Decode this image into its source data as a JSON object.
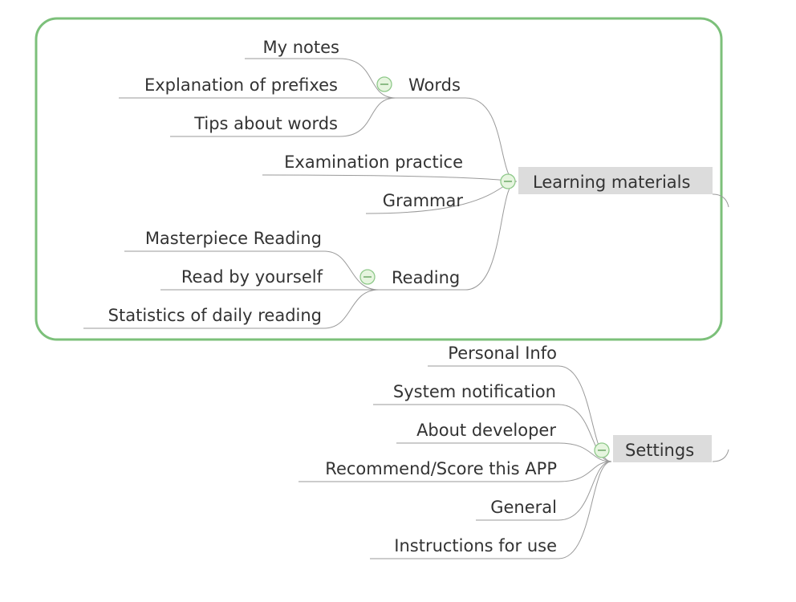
{
  "mindmap": {
    "learning": {
      "label": "Learning materials",
      "words": {
        "label": "Words",
        "items": [
          "My notes",
          "Explanation of prefixes",
          "Tips about words"
        ]
      },
      "examination": "Examination practice",
      "grammar": "Grammar",
      "reading": {
        "label": "Reading",
        "items": [
          "Masterpiece Reading",
          "Read by yourself",
          "Statistics of daily reading"
        ]
      }
    },
    "settings": {
      "label": "Settings",
      "items": [
        "Personal Info",
        "System notification",
        "About developer",
        "Recommend/Score this APP",
        "General",
        "Instructions for use"
      ]
    }
  },
  "colors": {
    "boundary": "#7cc07a",
    "root_fill": "#dcdcdc",
    "connector": "#9a9a9a",
    "text": "#333333"
  }
}
